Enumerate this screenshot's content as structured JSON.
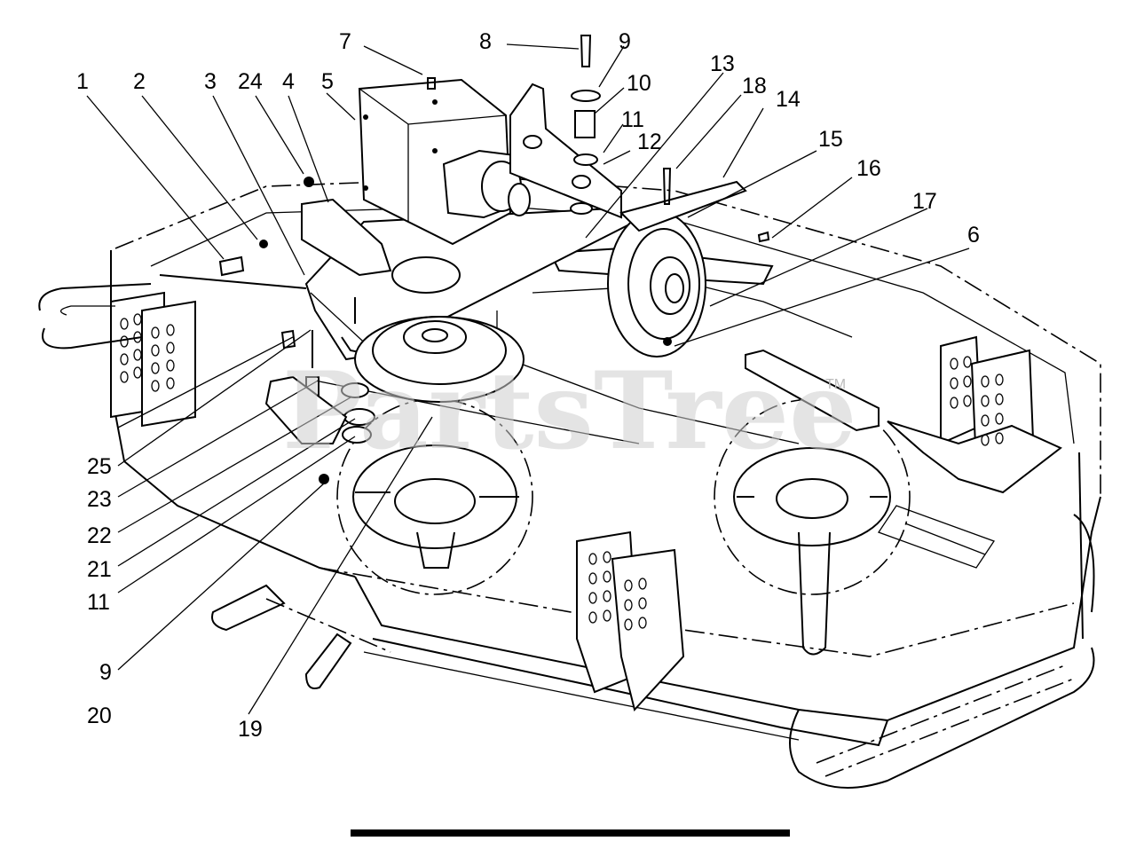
{
  "watermark": {
    "text": "PartsTree",
    "trademark": "TM"
  },
  "callouts": [
    "1",
    "2",
    "3",
    "24",
    "4",
    "5",
    "7",
    "8",
    "9",
    "10",
    "11",
    "12",
    "13",
    "18",
    "14",
    "15",
    "16",
    "17",
    "6",
    "25",
    "23",
    "22",
    "21",
    "11",
    "9",
    "20",
    "19"
  ],
  "footer_text": "",
  "colors": {
    "line": "#000000",
    "background": "#ffffff",
    "watermark": "#cfcfcf"
  }
}
